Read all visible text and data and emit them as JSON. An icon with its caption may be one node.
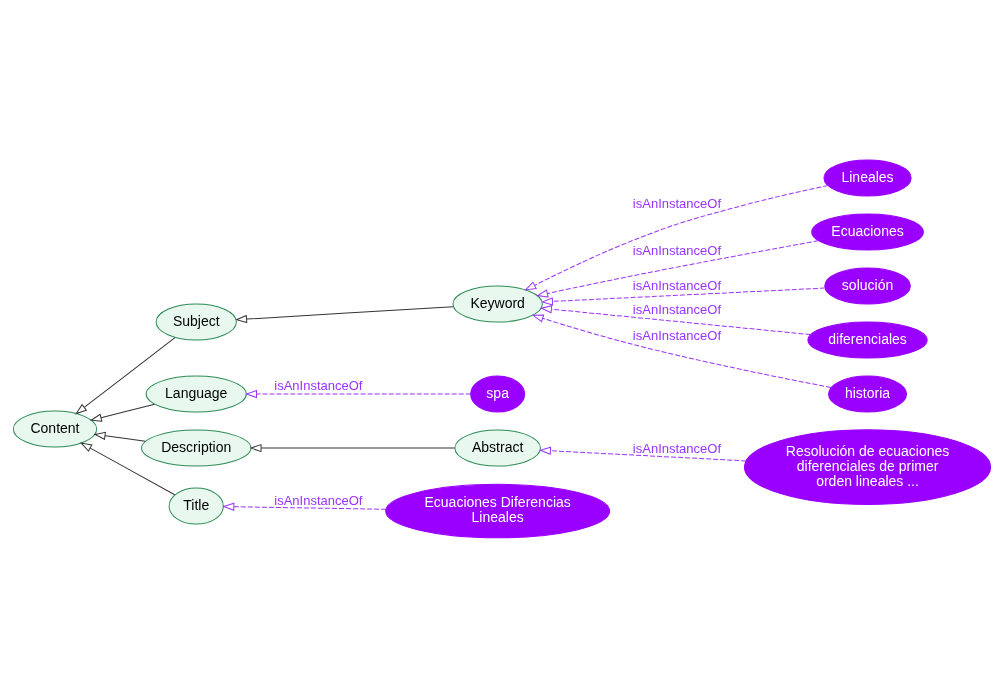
{
  "diagram": {
    "nodes": [
      {
        "text": [
          "Title"
        ]
      },
      {
        "text": [
          "Content"
        ]
      },
      {
        "text": [
          "Subject"
        ]
      },
      {
        "text": [
          "Keyword"
        ]
      },
      {
        "text": [
          "Language"
        ]
      },
      {
        "text": [
          "Description"
        ]
      },
      {
        "text": [
          "Abstract"
        ]
      },
      {
        "text": [
          "Ecuaciones Diferencias Lineales"
        ]
      },
      {
        "text": [
          "Lineales"
        ]
      },
      {
        "text": [
          "Ecuaciones"
        ]
      },
      {
        "text": [
          "solución"
        ]
      },
      {
        "text": [
          "diferenciales"
        ]
      },
      {
        "text": [
          "historia"
        ]
      },
      {
        "text": [
          "spa"
        ]
      },
      {
        "text": [
          "Resolución de ecuaciones diferenciales de primer orden lineales ..."
        ]
      }
    ],
    "edges": [
      {
        "from": 0,
        "to": 1,
        "arrow": "to",
        "color": "#333333"
      },
      {
        "from": 2,
        "to": 1,
        "arrow": "to",
        "color": "#333333"
      },
      {
        "from": 4,
        "to": 1,
        "arrow": "to",
        "color": "#333333"
      },
      {
        "from": 5,
        "to": 1,
        "arrow": "to",
        "color": "#333333"
      },
      {
        "from": 3,
        "to": 2,
        "arrow": "to",
        "color": "#333333"
      },
      {
        "from": 6,
        "to": 5,
        "arrow": "to",
        "color": "#333333"
      },
      {
        "from": 7,
        "to": 0,
        "arrow": "to",
        "label": "isAnInstanceOf",
        "style": "dashed"
      },
      {
        "from": 8,
        "to": 3,
        "arrow": "to",
        "label": "isAnInstanceOf",
        "style": "dashed"
      },
      {
        "from": 9,
        "to": 3,
        "arrow": "to",
        "label": "isAnInstanceOf",
        "style": "dashed"
      },
      {
        "from": 10,
        "to": 3,
        "arrow": "to",
        "label": "isAnInstanceOf",
        "style": "dashed"
      },
      {
        "from": 11,
        "to": 3,
        "arrow": "to",
        "label": "isAnInstanceOf",
        "style": "dashed"
      },
      {
        "from": 12,
        "to": 3,
        "arrow": "to",
        "label": "isAnInstanceOf",
        "style": "dashed"
      },
      {
        "from": 13,
        "to": 4,
        "arrow": "to",
        "label": "isAnInstanceOf",
        "style": "dashed"
      },
      {
        "from": 14,
        "to": 6,
        "arrow": "to",
        "label": "isAnInstanceOf",
        "style": "dashed"
      }
    ]
  }
}
